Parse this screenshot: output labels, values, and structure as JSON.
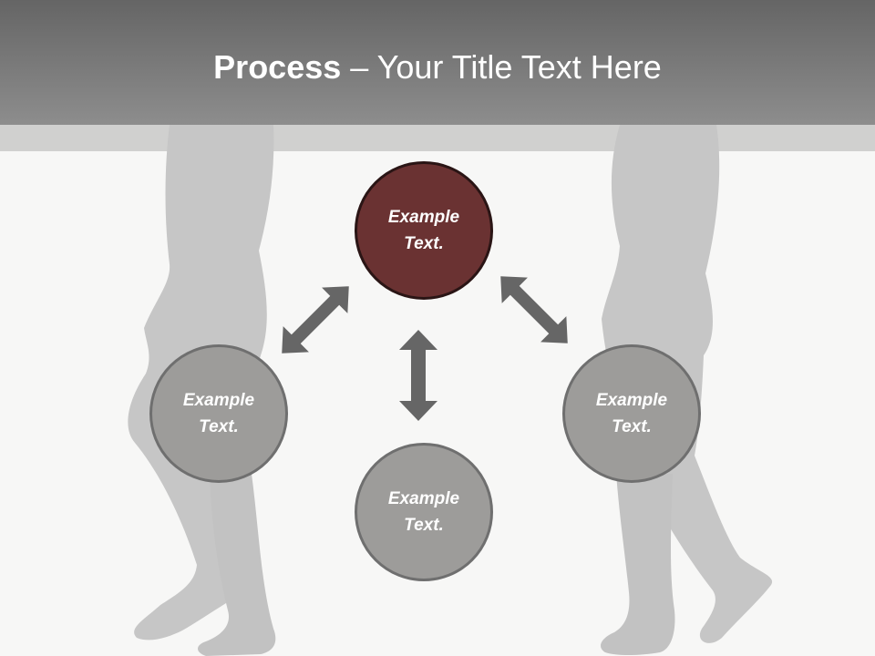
{
  "slide": {
    "title_bold": "Process",
    "title_rest": " – Your Title Text Here"
  },
  "nodes": [
    {
      "id": "top",
      "label": "Example Text."
    },
    {
      "id": "left",
      "label": "Example Text."
    },
    {
      "id": "right",
      "label": "Example Text."
    },
    {
      "id": "bottom",
      "label": "Example Text."
    }
  ],
  "colors": {
    "accent_circle": "#6a3232",
    "gray_circle": "#9d9c9a",
    "arrow": "#666666",
    "silhouette": "#c6c6c6",
    "title_bar": "#777777"
  },
  "icons": [
    "silhouette-legs-left-icon",
    "silhouette-legs-right-icon",
    "double-arrow-icon"
  ]
}
